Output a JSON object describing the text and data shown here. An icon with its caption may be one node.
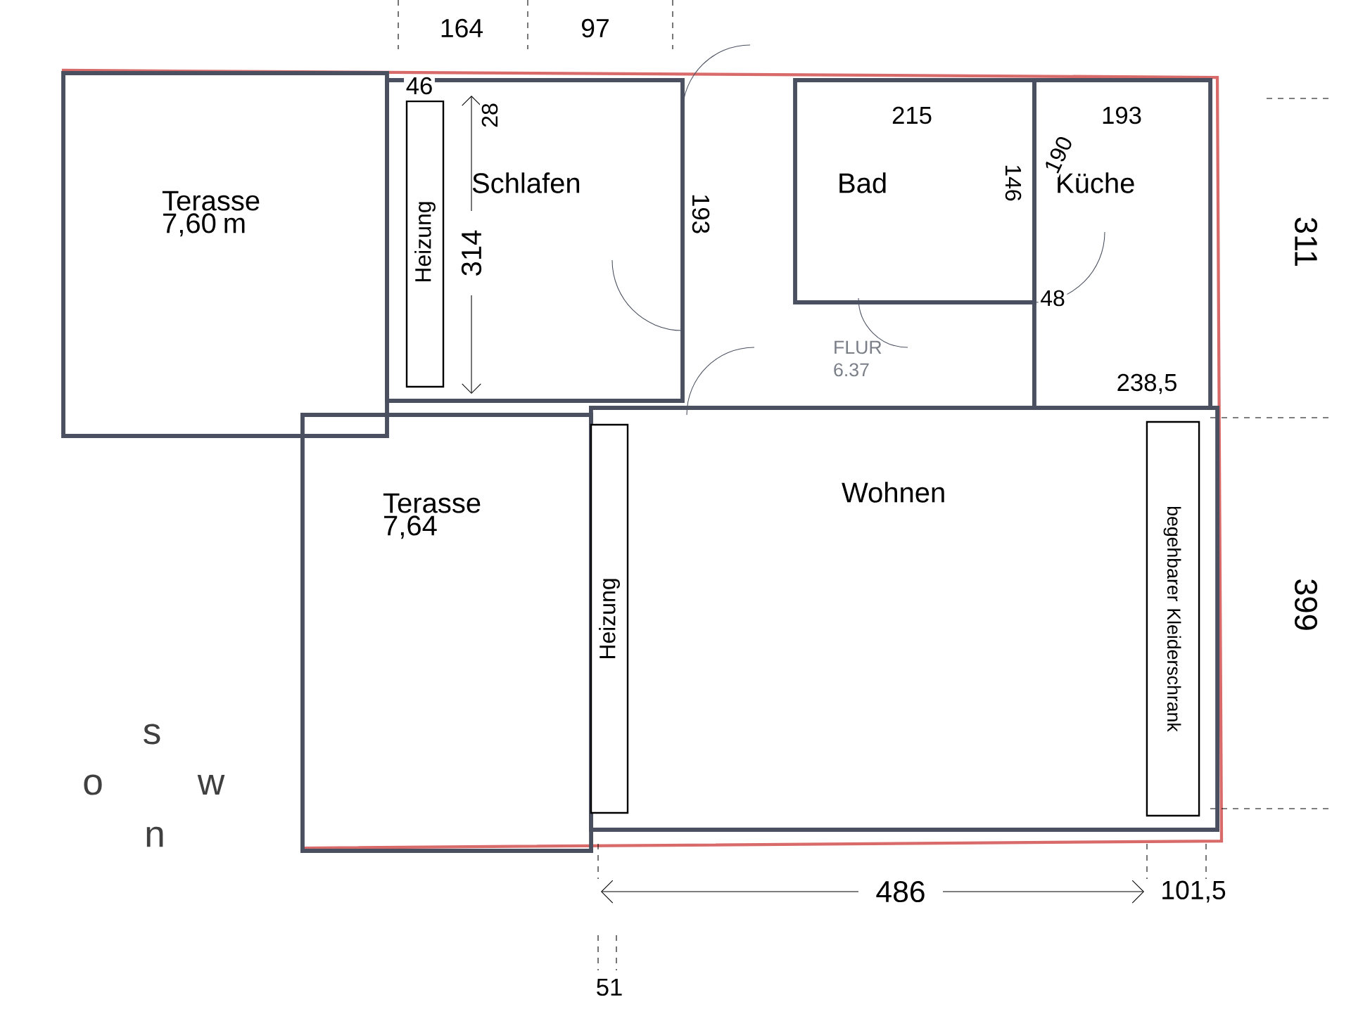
{
  "diagram": {
    "nodes": [
      {
        "text": [
          "Terasse 7,60 m"
        ]
      },
      {
        "text": [
          "Schlafen"
        ]
      },
      {
        "text": [
          "Heizung"
        ],
        "in": 1
      },
      {
        "text": [
          "Bad"
        ]
      },
      {
        "text": [
          "Küche"
        ]
      },
      {
        "text": [
          "FLUR 6.37"
        ]
      },
      {
        "text": [
          "Terasse 7,64"
        ]
      },
      {
        "text": [
          "Wohnen"
        ]
      },
      {
        "text": [
          "Heizung"
        ],
        "in": 7
      },
      {
        "text": [
          "begehbarer Kleiderschrank"
        ],
        "in": 7
      }
    ],
    "edges": [],
    "labels": [
      "164",
      "97",
      "46",
      "28",
      "314",
      "193",
      "215",
      "193",
      "146",
      "190",
      "48",
      "238,5",
      "311",
      "399",
      "486",
      "101,5",
      "51",
      "s",
      "o",
      "w",
      "n"
    ]
  }
}
